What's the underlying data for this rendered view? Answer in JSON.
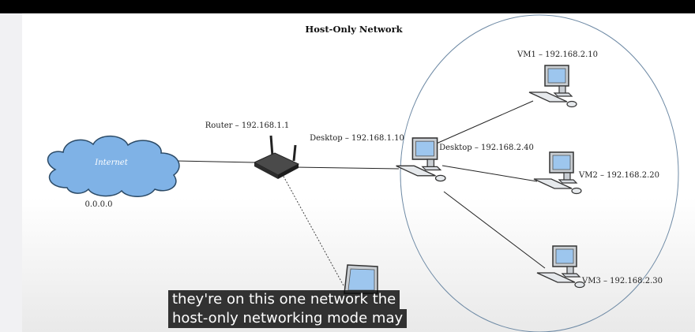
{
  "diagram": {
    "title": "Host-Only Network",
    "cloud": {
      "label": "Internet",
      "address": "0.0.0.0"
    },
    "router": {
      "label": "Router – 192.168.1.1"
    },
    "desktop": {
      "label_main": "Desktop – 192.168.1.10",
      "label_host": "Desktop – 192.168.2.40"
    },
    "vms": [
      {
        "label": "VM1 – 192.168.2.10"
      },
      {
        "label": "VM2 – 192.168.2.20"
      },
      {
        "label": "VM3 – 192.168.2.30"
      }
    ]
  },
  "captions": [
    "they're on this one network the",
    "host-only networking mode may"
  ],
  "colors": {
    "cloud_fill": "#7fb2e6",
    "host_only_circle": "#6e8aa5",
    "device_screen": "#9dc6ee",
    "device_body": "#d9dde2",
    "router_body": "#3d3d3d",
    "caption_background": "#141414"
  }
}
